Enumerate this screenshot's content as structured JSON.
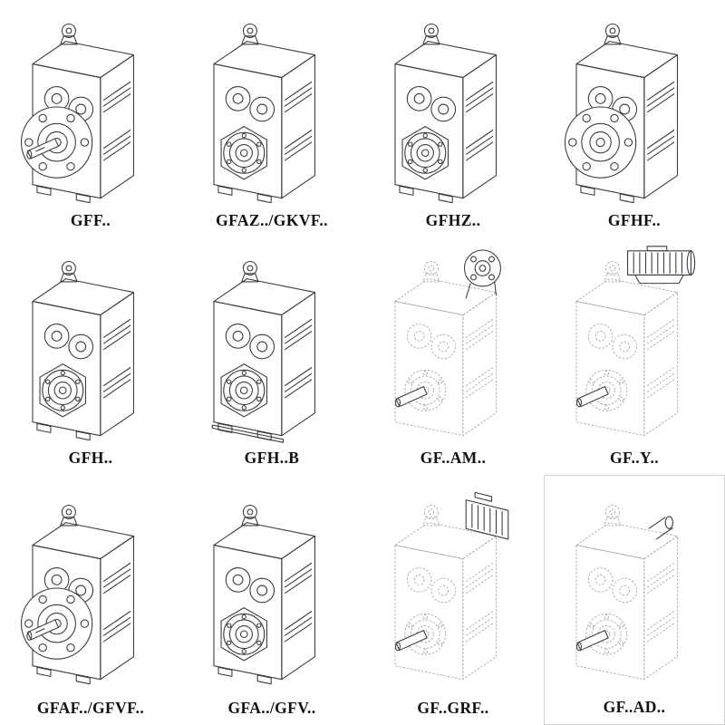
{
  "page": {
    "background": "#ffffff",
    "description": "Catalog sheet of GF series parallel shaft helical gearmotor model line drawings"
  },
  "colors": {
    "line": "#383d42",
    "dashed_line": "#9aa3ab",
    "background": "#ffffff"
  },
  "catalog": {
    "items": [
      {
        "label": "GFF..",
        "drawing": "gearbox-flange-shaft"
      },
      {
        "label": "GFAZ../GKVF..",
        "drawing": "gearbox-hollow"
      },
      {
        "label": "GFHZ..",
        "drawing": "gearbox-hollow"
      },
      {
        "label": "GFHF..",
        "drawing": "gearbox-flange"
      },
      {
        "label": "GFH..",
        "drawing": "gearbox-hollow"
      },
      {
        "label": "GFH..B",
        "drawing": "gearbox-hollow-foot"
      },
      {
        "label": "GF..AM..",
        "drawing": "gearbox-dashed-adapter-flange"
      },
      {
        "label": "GF..Y..",
        "drawing": "gearbox-dashed-motor"
      },
      {
        "label": "GFAF../GFVF..",
        "drawing": "gearbox-flange-shaft"
      },
      {
        "label": "GFA../GFV..",
        "drawing": "gearbox-hollow"
      },
      {
        "label": "GF..GRF..",
        "drawing": "gearbox-dashed-adapter-block"
      },
      {
        "label": "GF..AD..",
        "drawing": "gearbox-dashed-shaft",
        "framed": true
      }
    ]
  }
}
